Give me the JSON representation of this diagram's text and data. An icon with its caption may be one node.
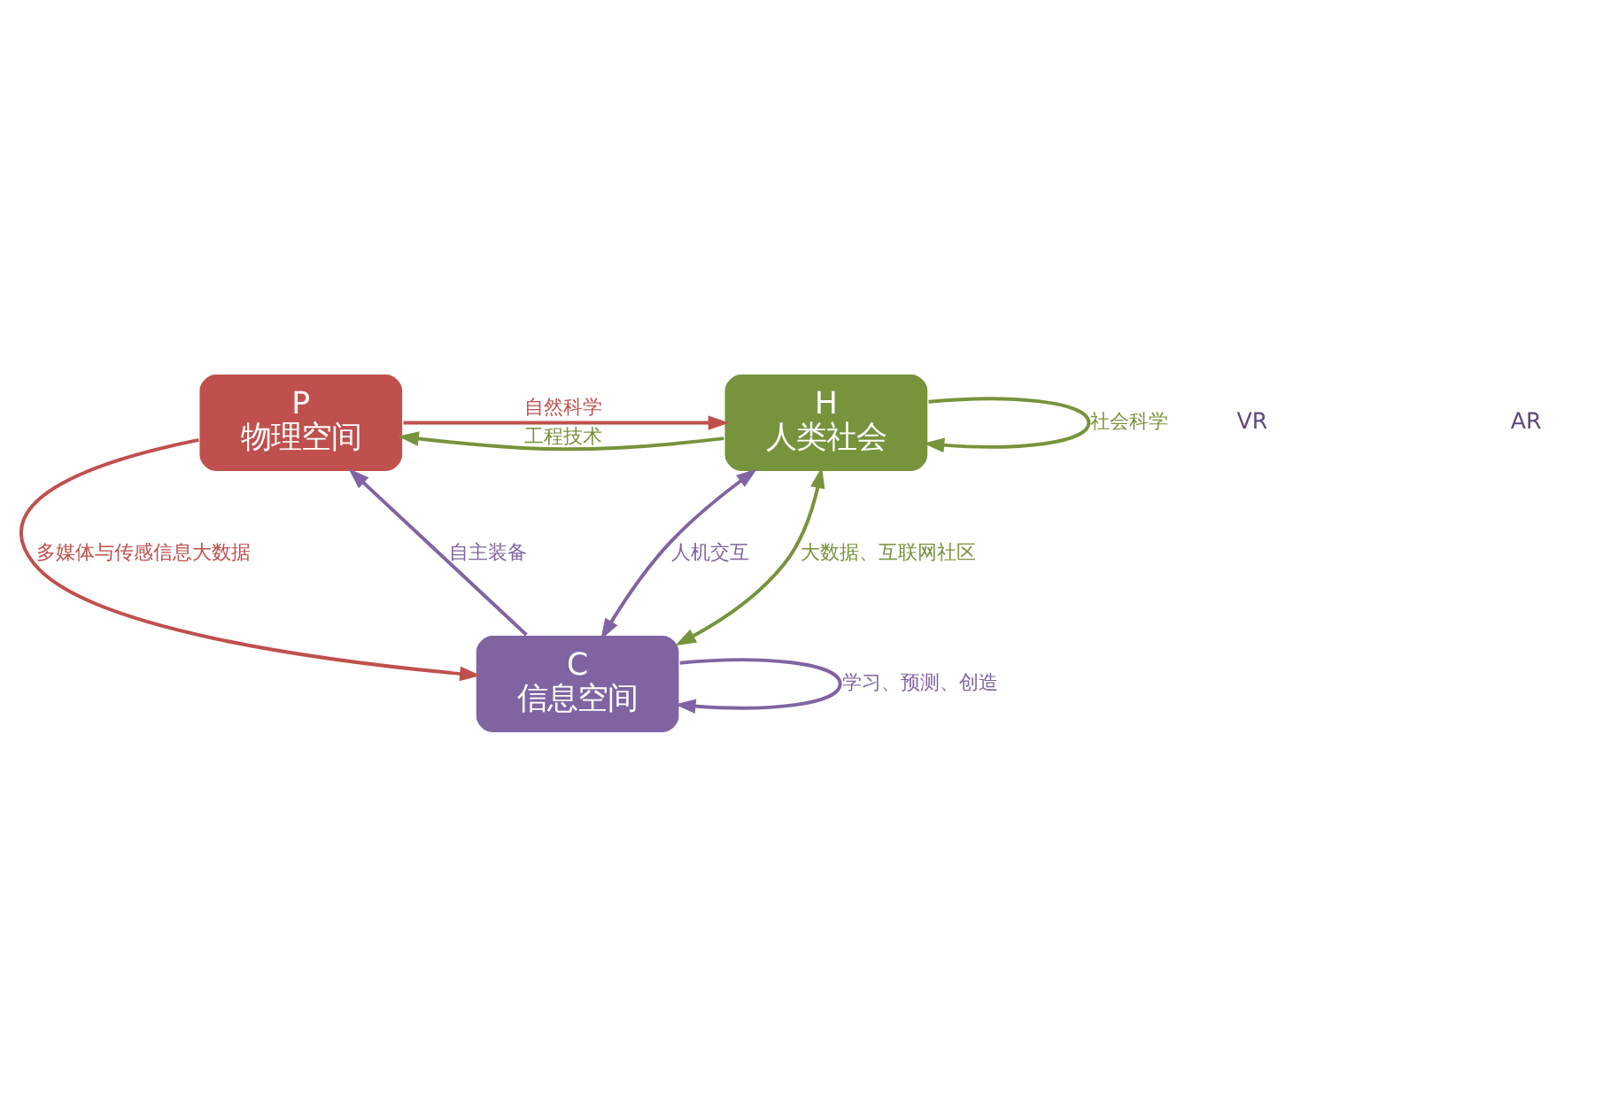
{
  "diagram": {
    "nodes": [
      {
        "text": [
          "P",
          "物理空间"
        ]
      },
      {
        "text": [
          "H",
          "人类社会"
        ]
      },
      {
        "text": [
          "C",
          "信息空间"
        ]
      }
    ],
    "edges": [
      {
        "from": 0,
        "to": 1,
        "arrow": "to",
        "label": "自然科学",
        "color": "#c0504d"
      },
      {
        "from": 1,
        "to": 0,
        "arrow": "to",
        "label": "工程技术",
        "color": "#77933c"
      },
      {
        "from": 1,
        "to": 1,
        "arrow": "to",
        "label": "社会科学",
        "color": "#77933c"
      },
      {
        "from": 0,
        "to": 2,
        "arrow": "to",
        "label": "多媒体与传感信息大数据",
        "color": "#c0504d"
      },
      {
        "from": 2,
        "to": 0,
        "arrow": "to",
        "label": "自主装备",
        "color": "#8064a2"
      },
      {
        "from": 1,
        "to": 2,
        "arrow": "both",
        "label": "人机交互",
        "color": "#8064a2"
      },
      {
        "from": 1,
        "to": 2,
        "arrow": "both",
        "label": "大数据、互联网社区",
        "color": "#77933c"
      },
      {
        "from": 2,
        "to": 2,
        "arrow": "to",
        "label": "学习、预测、创造",
        "color": "#8064a2"
      }
    ],
    "labels": [
      "VR",
      "AR"
    ]
  }
}
